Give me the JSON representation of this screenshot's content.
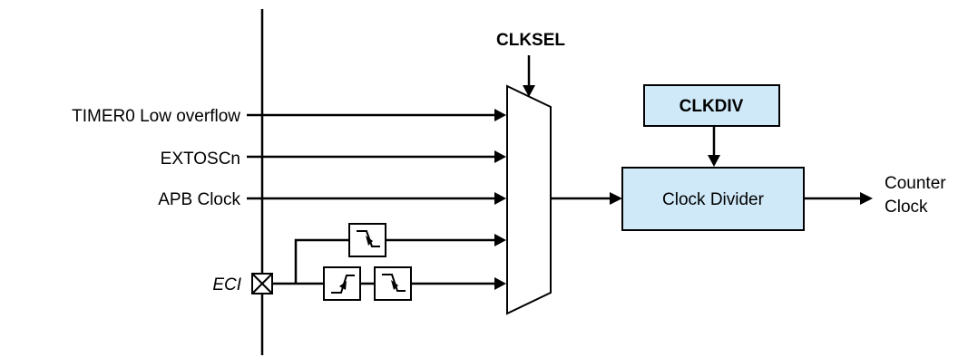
{
  "inputs": {
    "timer0": "TIMER0 Low overflow",
    "extosc": "EXTOSCn",
    "apb": "APB Clock",
    "eci": "ECI"
  },
  "mux_select_label": "CLKSEL",
  "divider_select_label": "CLKDIV",
  "divider_label": "Clock Divider",
  "output_label_line1": "Counter",
  "output_label_line2": "Clock",
  "icons": [
    "falling-edge-detector-icon",
    "rising-edge-detector-icon",
    "pin-cross-icon"
  ],
  "colors": {
    "block_fill": "#cfe9f9",
    "stroke": "#000000"
  }
}
